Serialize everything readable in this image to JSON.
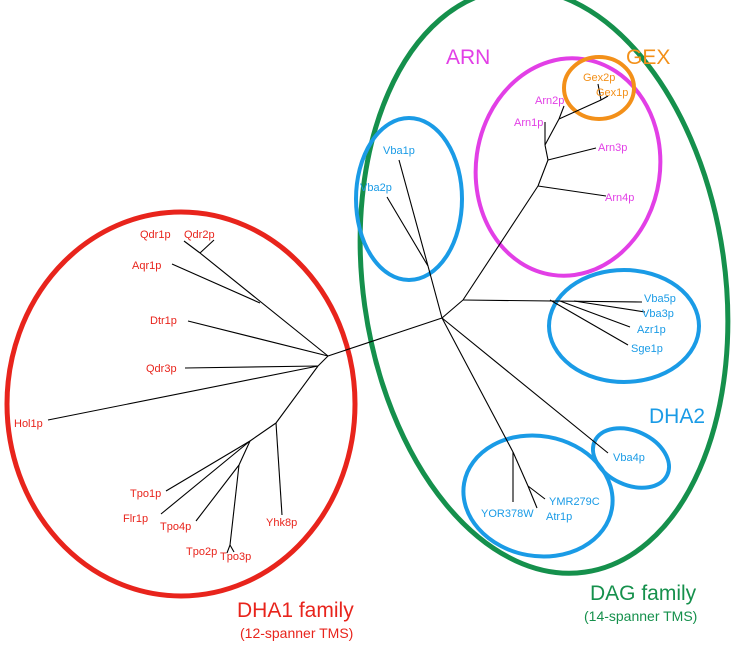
{
  "colors": {
    "dha1": "#e8241c",
    "dag": "#15904c",
    "dha2": "#1a9be6",
    "arn": "#e23fe6",
    "gex": "#f39019",
    "branch": "#000000"
  },
  "groups": {
    "dha1_title": "DHA1 family",
    "dha1_sub": "(12-spanner TMS)",
    "dag_title": "DAG family",
    "dag_sub": "(14-spanner TMS)",
    "dha2": "DHA2",
    "arn": "ARN",
    "gex": "GEX"
  },
  "leaves": {
    "qdr1p": "Qdr1p",
    "qdr2p": "Qdr2p",
    "aqr1p": "Aqr1p",
    "dtr1p": "Dtr1p",
    "qdr3p": "Qdr3p",
    "hol1p": "Hol1p",
    "tpo1p": "Tpo1p",
    "flr1p": "Flr1p",
    "tpo4p": "Tpo4p",
    "tpo2p": "Tpo2p",
    "tpo3p": "Tpo3p",
    "yhk8p": "Yhk8p",
    "vba1p": "Vba1p",
    "vba2p": "Vba2p",
    "arn1p": "Arn1p",
    "arn2p": "Arn2p",
    "gex2p": "Gex2p",
    "gex1p": "Gex1p",
    "arn3p": "Arn3p",
    "arn4p": "Arn4p",
    "vba5p": "Vba5p",
    "vba3p": "Vba3p",
    "azr1p": "Azr1p",
    "sge1p": "Sge1p",
    "vba4p": "Vba4p",
    "yor378w": "YOR378W",
    "ymr279c": "YMR279C",
    "atr1p": "Atr1p"
  }
}
